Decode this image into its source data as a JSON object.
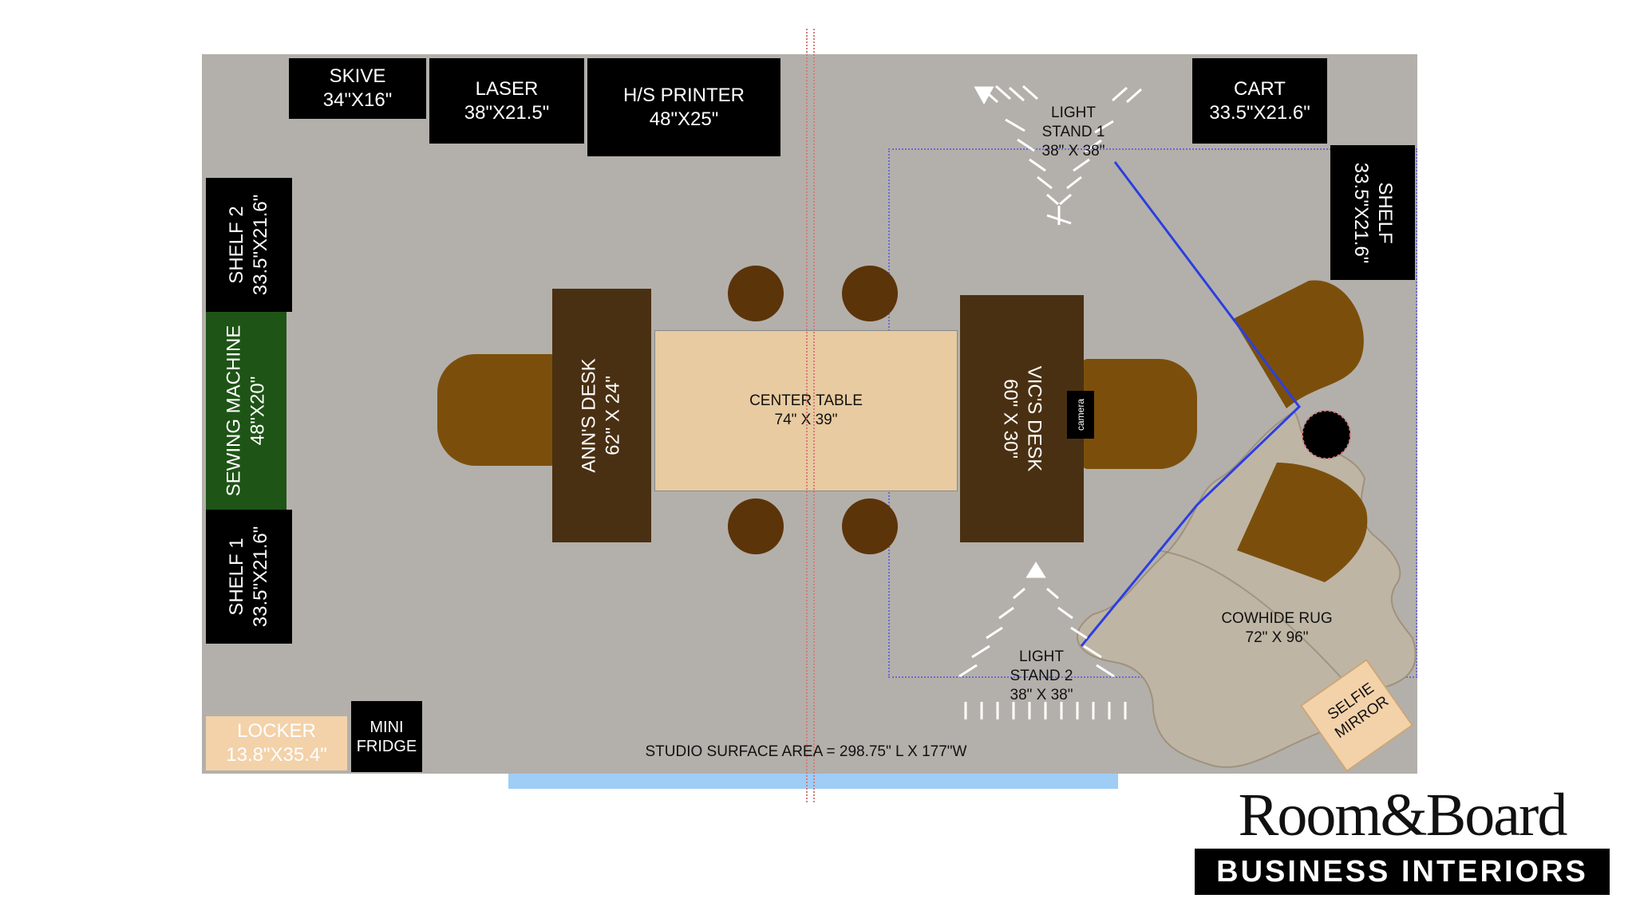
{
  "title": "STUDIO SURFACE AREA = 298.75\" L X 177\"W",
  "items": {
    "skive": {
      "name": "SKIVE",
      "dims": "34\"X16\""
    },
    "laser": {
      "name": "LASER",
      "dims": "38\"X21.5\""
    },
    "printer": {
      "name": "H/S PRINTER",
      "dims": "48\"X25\""
    },
    "cart": {
      "name": "CART",
      "dims": "33.5\"X21.6\""
    },
    "shelf": {
      "name": "SHELF",
      "dims": "33.5\"X21.6\""
    },
    "shelf2": {
      "name": "SHELF 2",
      "dims": "33.5\"X21.6\""
    },
    "sewing": {
      "name": "SEWING MACHINE",
      "dims": "48\"X20\""
    },
    "shelf1": {
      "name": "SHELF 1",
      "dims": "33.5\"X21.6\""
    },
    "locker": {
      "name": "LOCKER",
      "dims": "13.8\"X35.4\""
    },
    "fridge": {
      "line1": "MINI",
      "line2": "FRIDGE"
    },
    "ann_desk": {
      "name": "ANN'S DESK",
      "dims": "62\" X 24\""
    },
    "center_table": {
      "name": "CENTER TABLE",
      "dims": "74\" X 39\""
    },
    "vic_desk": {
      "name": "VIC'S DESK",
      "dims": "60\" X 30\""
    },
    "camera": "camera",
    "light1": {
      "line1": "LIGHT",
      "line2": "STAND 1",
      "dims": "38\" X 38\""
    },
    "light2": {
      "line1": "LIGHT",
      "line2": "STAND 2",
      "dims": "38\" X 38\""
    },
    "rug": {
      "name": "COWHIDE RUG",
      "dims": "72\" X 96\""
    },
    "mirror": {
      "line1": "SELFIE",
      "line2": "MIRROR"
    }
  },
  "logo": {
    "line1": "Room&Board",
    "line2": "BUSINESS INTERIORS"
  },
  "colors": {
    "floor": "#b3b0ab",
    "furniture_dark": "#4a3012",
    "chair": "#7b4f0b",
    "table": "#e8cba0",
    "sewing": "#1e5416",
    "locker": "#f3d2aa",
    "window": "#9fcdf5",
    "camera_line": "#2c3fe0"
  }
}
